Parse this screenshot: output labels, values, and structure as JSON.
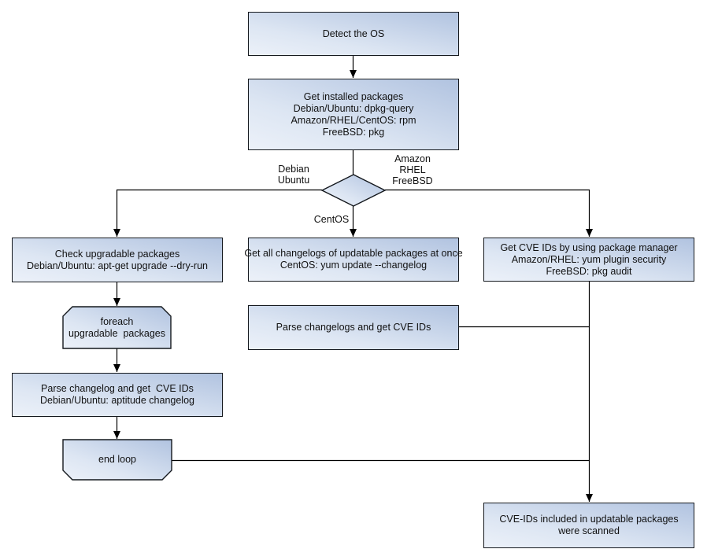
{
  "nodes": {
    "detect_os": "Detect the OS",
    "get_installed_packages": "Get installed packages\nDebian/Ubuntu: dpkg-query\nAmazon/RHEL/CentOS: rpm\nFreeBSD: pkg",
    "check_upgradable": "Check upgradable packages\nDebian/Ubuntu: apt-get upgrade --dry-run",
    "foreach_loop": "foreach\nupgradable  packages",
    "parse_changelog_left": "Parse changelog and get  CVE IDs\nDebian/Ubuntu: aptitude changelog",
    "end_loop": "end loop",
    "get_all_changelogs": "Get all changelogs of updatable packages at once\nCentOS: yum update --changelog",
    "parse_changelogs_mid": "Parse changelogs and get CVE IDs",
    "get_cve_ids_right": "Get CVE IDs by using package manager\nAmazon/RHEL: yum plugin security\nFreeBSD: pkg audit",
    "scanned_result": "CVE-IDs included in updatable packages\nwere scanned"
  },
  "edge_labels": {
    "left_branch": "Debian\nUbuntu",
    "right_branch": "Amazon\nRHEL\nFreeBSD",
    "down_branch": "CentOS"
  },
  "colors": {
    "node_fill_light": "#ecf1f9",
    "node_fill_dark": "#b1c3e0",
    "node_border": "#14181d",
    "connector": "#000000",
    "text": "#111111",
    "background": "#ffffff"
  }
}
